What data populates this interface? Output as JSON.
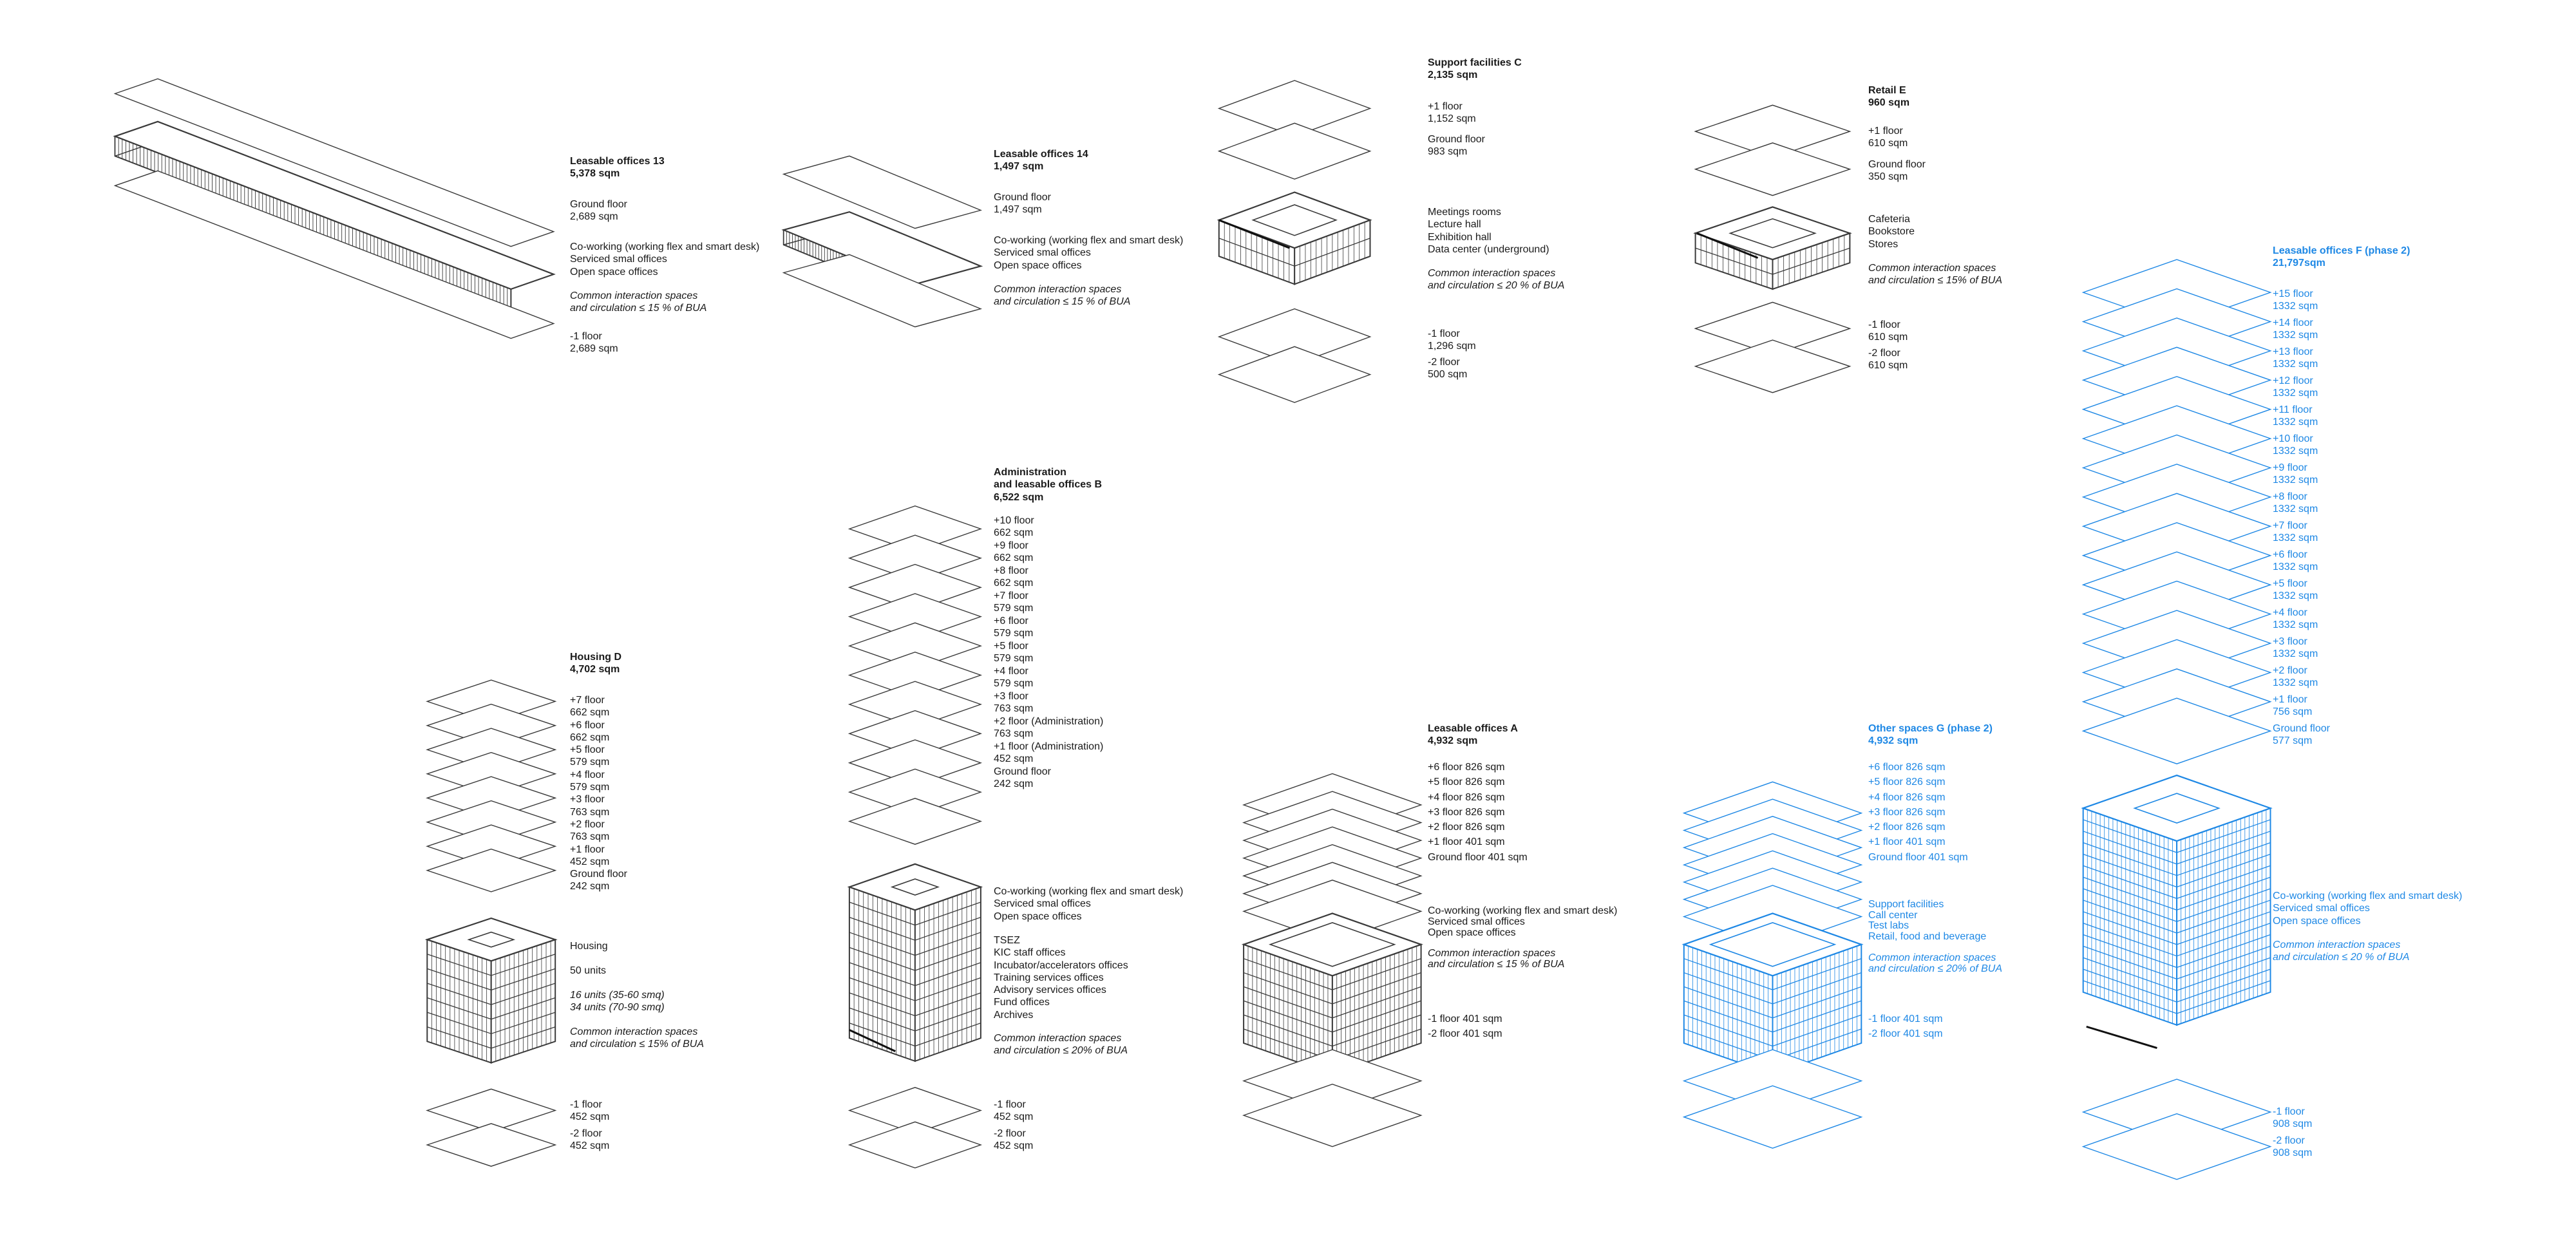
{
  "colors": {
    "line": "#3a3a3a",
    "text": "#1a1a1a",
    "phase2": "#1e88e5"
  },
  "blocks": [
    {
      "id": "l13",
      "phase": 1,
      "heading": [
        "Leasable offices 13",
        "5,378 sqm"
      ],
      "groups": [
        {
          "lines": [
            "Ground floor",
            "2,689 sqm"
          ]
        },
        {
          "lines": [
            "Co-working (working flex and smart desk)",
            "Serviced smal offices",
            "Open space offices"
          ]
        },
        {
          "note": true,
          "lines": [
            "Common interaction spaces",
            "and circulation ≤ 15 % of BUA"
          ]
        },
        {
          "lines": [
            "-1 floor",
            "2,689 sqm"
          ]
        }
      ]
    },
    {
      "id": "l14",
      "phase": 1,
      "heading": [
        "Leasable offices 14",
        "1,497 sqm"
      ],
      "groups": [
        {
          "lines": [
            "Ground floor",
            "1,497 sqm"
          ]
        },
        {
          "lines": [
            "Co-working (working flex and smart desk)",
            "Serviced smal offices",
            "Open space offices"
          ]
        },
        {
          "note": true,
          "lines": [
            "Common interaction spaces",
            "and circulation ≤ 15 % of BUA"
          ]
        }
      ]
    },
    {
      "id": "c",
      "phase": 1,
      "heading": [
        "Support facilities C",
        "2,135 sqm"
      ],
      "groups": [
        {
          "lines": [
            "+1 floor",
            "1,152 sqm"
          ]
        },
        {
          "lines": [
            "Ground floor",
            "983 sqm"
          ]
        },
        {
          "lines": [
            "Meetings rooms",
            "Lecture hall",
            "Exhibition hall",
            "Data center (underground)"
          ]
        },
        {
          "note": true,
          "lines": [
            "Common interaction spaces",
            "and circulation ≤ 20 % of BUA"
          ]
        },
        {
          "lines": [
            "-1 floor",
            "1,296 sqm"
          ]
        },
        {
          "lines": [
            "-2 floor",
            "500 sqm"
          ]
        }
      ]
    },
    {
      "id": "e",
      "phase": 1,
      "heading": [
        "Retail E",
        "960 sqm"
      ],
      "groups": [
        {
          "lines": [
            "+1 floor",
            "610 sqm"
          ]
        },
        {
          "lines": [
            "Ground floor",
            "350 sqm"
          ]
        },
        {
          "lines": [
            "Cafeteria",
            "Bookstore",
            "Stores"
          ]
        },
        {
          "note": true,
          "lines": [
            "Common interaction spaces",
            "and circulation ≤ 15% of BUA"
          ]
        },
        {
          "lines": [
            "-1 floor",
            "610 sqm"
          ]
        },
        {
          "lines": [
            "-2 floor",
            "610 sqm"
          ]
        }
      ]
    },
    {
      "id": "f",
      "phase": 2,
      "heading": [
        "Leasable offices F (phase 2)",
        "21,797sqm"
      ],
      "groups": [
        {
          "lines": [
            "+15 floor",
            "1332 sqm"
          ]
        },
        {
          "lines": [
            "+14 floor",
            "1332 sqm"
          ]
        },
        {
          "lines": [
            "+13 floor",
            "1332 sqm"
          ]
        },
        {
          "lines": [
            "+12 floor",
            "1332 sqm"
          ]
        },
        {
          "lines": [
            "+11 floor",
            "1332 sqm"
          ]
        },
        {
          "lines": [
            "+10 floor",
            "1332 sqm"
          ]
        },
        {
          "lines": [
            "+9 floor",
            "1332 sqm"
          ]
        },
        {
          "lines": [
            "+8 floor",
            "1332 sqm"
          ]
        },
        {
          "lines": [
            "+7 floor",
            "1332 sqm"
          ]
        },
        {
          "lines": [
            "+6 floor",
            "1332 sqm"
          ]
        },
        {
          "lines": [
            "+5 floor",
            "1332 sqm"
          ]
        },
        {
          "lines": [
            "+4 floor",
            "1332 sqm"
          ]
        },
        {
          "lines": [
            "+3 floor",
            "1332 sqm"
          ]
        },
        {
          "lines": [
            "+2 floor",
            "1332 sqm"
          ]
        },
        {
          "lines": [
            "+1 floor",
            "756 sqm"
          ]
        },
        {
          "lines": [
            "Ground floor",
            "577 sqm"
          ]
        },
        {
          "lines": [
            "Co-working (working flex and smart desk)",
            "Serviced smal offices",
            "Open space offices"
          ]
        },
        {
          "note": true,
          "lines": [
            "Common interaction spaces",
            "and circulation ≤ 20 % of BUA"
          ]
        },
        {
          "lines": [
            "-1 floor",
            "908 sqm"
          ]
        },
        {
          "lines": [
            "-2 floor",
            "908 sqm"
          ]
        }
      ]
    },
    {
      "id": "d",
      "phase": 1,
      "heading": [
        "Housing D",
        "4,702 sqm"
      ],
      "groups": [
        {
          "lines": [
            "+7 floor",
            "662 sqm"
          ]
        },
        {
          "lines": [
            "+6 floor",
            "662 sqm"
          ]
        },
        {
          "lines": [
            "+5 floor",
            "579 sqm"
          ]
        },
        {
          "lines": [
            "+4 floor",
            "579 sqm"
          ]
        },
        {
          "lines": [
            "+3 floor",
            "763 sqm"
          ]
        },
        {
          "lines": [
            "+2 floor",
            "763 sqm"
          ]
        },
        {
          "lines": [
            "+1 floor",
            "452 sqm"
          ]
        },
        {
          "lines": [
            "Ground floor",
            "242 sqm"
          ]
        },
        {
          "lines": [
            "Housing"
          ]
        },
        {
          "lines": [
            "50 units"
          ]
        },
        {
          "note": true,
          "lines": [
            "16 units (35-60 smq)",
            "34 units (70-90 smq)"
          ]
        },
        {
          "note": true,
          "lines": [
            "Common interaction spaces",
            "and circulation ≤ 15% of BUA"
          ]
        },
        {
          "lines": [
            "-1 floor",
            "452 sqm"
          ]
        },
        {
          "lines": [
            "-2 floor",
            "452 sqm"
          ]
        }
      ]
    },
    {
      "id": "b",
      "phase": 1,
      "heading": [
        "Administration",
        "and leasable offices B",
        "6,522 sqm"
      ],
      "groups": [
        {
          "lines": [
            "+10 floor",
            "662 sqm"
          ]
        },
        {
          "lines": [
            "+9 floor",
            "662 sqm"
          ]
        },
        {
          "lines": [
            "+8 floor",
            "662 sqm"
          ]
        },
        {
          "lines": [
            "+7 floor",
            "579 sqm"
          ]
        },
        {
          "lines": [
            "+6 floor",
            "579 sqm"
          ]
        },
        {
          "lines": [
            "+5 floor",
            "579 sqm"
          ]
        },
        {
          "lines": [
            "+4 floor",
            "579 sqm"
          ]
        },
        {
          "lines": [
            "+3 floor",
            "763 sqm"
          ]
        },
        {
          "lines": [
            "+2 floor (Administration)",
            "763 sqm"
          ]
        },
        {
          "lines": [
            "+1 floor (Administration)",
            "452 sqm"
          ]
        },
        {
          "lines": [
            "Ground floor",
            "242 sqm"
          ]
        },
        {
          "lines": [
            "Co-working (working flex and smart desk)",
            "Serviced smal offices",
            "Open space offices"
          ]
        },
        {
          "lines": [
            "TSEZ",
            "KIC staff offices",
            "Incubator/accelerators offices",
            "Training services offices",
            "Advisory services offices",
            "Fund offices",
            "Archives"
          ]
        },
        {
          "note": true,
          "lines": [
            "Common interaction spaces",
            "and circulation ≤ 20% of BUA"
          ]
        },
        {
          "lines": [
            "-1 floor",
            "452 sqm"
          ]
        },
        {
          "lines": [
            "-2 floor",
            "452 sqm"
          ]
        }
      ]
    },
    {
      "id": "a",
      "phase": 1,
      "heading": [
        "Leasable offices A",
        "4,932 sqm"
      ],
      "groups": [
        {
          "lines": [
            "+6 floor 826 sqm",
            "+5 floor 826 sqm",
            "+4 floor 826 sqm",
            "+3 floor 826 sqm",
            "+2 floor 826 sqm",
            "+1 floor 401 sqm",
            "Ground floor 401 sqm"
          ]
        },
        {
          "lines": [
            "Co-working (working flex and smart desk)",
            "Serviced smal offices",
            "Open space offices"
          ]
        },
        {
          "note": true,
          "lines": [
            "Common interaction spaces",
            "and circulation ≤ 15 % of BUA"
          ]
        },
        {
          "lines": [
            "-1 floor 401 sqm"
          ]
        },
        {
          "lines": [
            "-2 floor 401 sqm"
          ]
        }
      ]
    },
    {
      "id": "g",
      "phase": 2,
      "heading": [
        "Other spaces G (phase 2)",
        "4,932 sqm"
      ],
      "groups": [
        {
          "lines": [
            "+6 floor 826 sqm",
            "+5 floor 826 sqm",
            "+4 floor 826 sqm",
            "+3 floor 826 sqm",
            "+2 floor 826 sqm",
            "+1 floor 401 sqm",
            "Ground floor 401 sqm"
          ]
        },
        {
          "lines": [
            "Support facilities",
            "Call center",
            "Test labs",
            "Retail, food and beverage"
          ]
        },
        {
          "note": true,
          "lines": [
            "Common interaction spaces",
            "and circulation ≤ 20% of BUA"
          ]
        },
        {
          "lines": [
            "-1 floor 401 sqm"
          ]
        },
        {
          "lines": [
            "-2 floor 401 sqm"
          ]
        }
      ]
    }
  ]
}
